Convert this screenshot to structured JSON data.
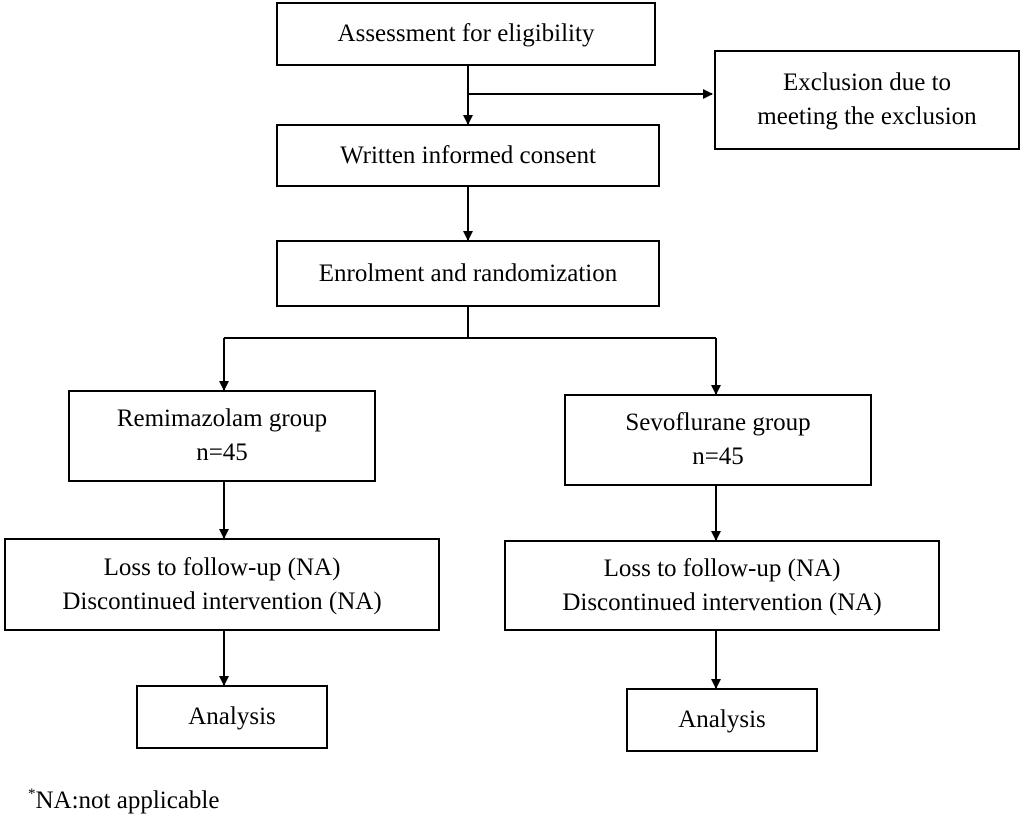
{
  "boxes": {
    "assessment": {
      "lines": [
        "Assessment for eligibility"
      ]
    },
    "exclusion": {
      "lines": [
        "Exclusion due to",
        "meeting the exclusion"
      ]
    },
    "consent": {
      "lines": [
        "Written informed consent"
      ]
    },
    "enrolment": {
      "lines": [
        "Enrolment and randomization"
      ]
    },
    "remimazolam_group": {
      "lines": [
        "Remimazolam group",
        "n=45"
      ]
    },
    "sevoflurane_group": {
      "lines": [
        "Sevoflurane group",
        "n=45"
      ]
    },
    "remimazolam_followup": {
      "lines": [
        "Loss to follow-up (NA)",
        "Discontinued intervention (NA)"
      ]
    },
    "sevoflurane_followup": {
      "lines": [
        "Loss to follow-up (NA)",
        "Discontinued intervention (NA)"
      ]
    },
    "remimazolam_analysis": {
      "lines": [
        "Analysis"
      ]
    },
    "sevoflurane_analysis": {
      "lines": [
        "Analysis"
      ]
    }
  },
  "footnote": {
    "marker": "*",
    "text": "NA:not applicable"
  },
  "colors": {
    "line": "#000000",
    "box_border": "#000000",
    "background": "#ffffff"
  }
}
